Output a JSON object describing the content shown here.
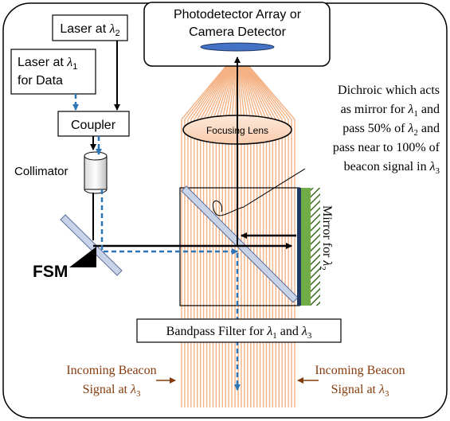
{
  "photodetector": {
    "line1": "Photodetector Array or",
    "line2": "Camera Detector"
  },
  "laser2": {
    "label": "Laser at ",
    "sym": "λ",
    "sub": "2"
  },
  "laser1": {
    "label": "Laser at ",
    "sym": "λ",
    "sub": "1",
    "line2": "for Data"
  },
  "coupler": "Coupler",
  "collimator": "Collimator",
  "fsm": "FSM",
  "focusing_lens": "Focusing Lens",
  "dichroic": {
    "line1": "Dichroic which acts",
    "line2_pre": "as mirror for ",
    "line2_sym": "λ",
    "line2_sub": "1",
    "line2_post": " and",
    "line3_pre": "pass 50% of ",
    "line3_sym": "λ",
    "line3_sub": "2",
    "line3_post": " and",
    "line4": "pass near to 100% of",
    "line5_pre": "beacon signal in ",
    "line5_sym": "λ",
    "line5_sub": "3"
  },
  "mirror": {
    "pre": "Mirror for ",
    "sym": "λ",
    "sub": "2"
  },
  "bandpass": {
    "pre": "Bandpass Filter for ",
    "sym1": "λ",
    "sub1": "1",
    "mid": " and ",
    "sym2": "λ",
    "sub2": "3"
  },
  "beacon_left": {
    "line1": "Incoming Beacon",
    "line2_pre": "Signal at ",
    "sym": "λ",
    "sub": "3"
  },
  "beacon_right": {
    "line1": "Incoming Beacon",
    "line2_pre": "Signal at ",
    "sym": "λ",
    "sub": "3"
  },
  "colors": {
    "beam_orange": "#f4b183",
    "beacon_text": "#843c0c",
    "dashed_blue": "#2e75b6",
    "mirror_green": "#70ad47",
    "lens_fill": "#4472c4",
    "splitter_fill": "#c9d3e8"
  }
}
